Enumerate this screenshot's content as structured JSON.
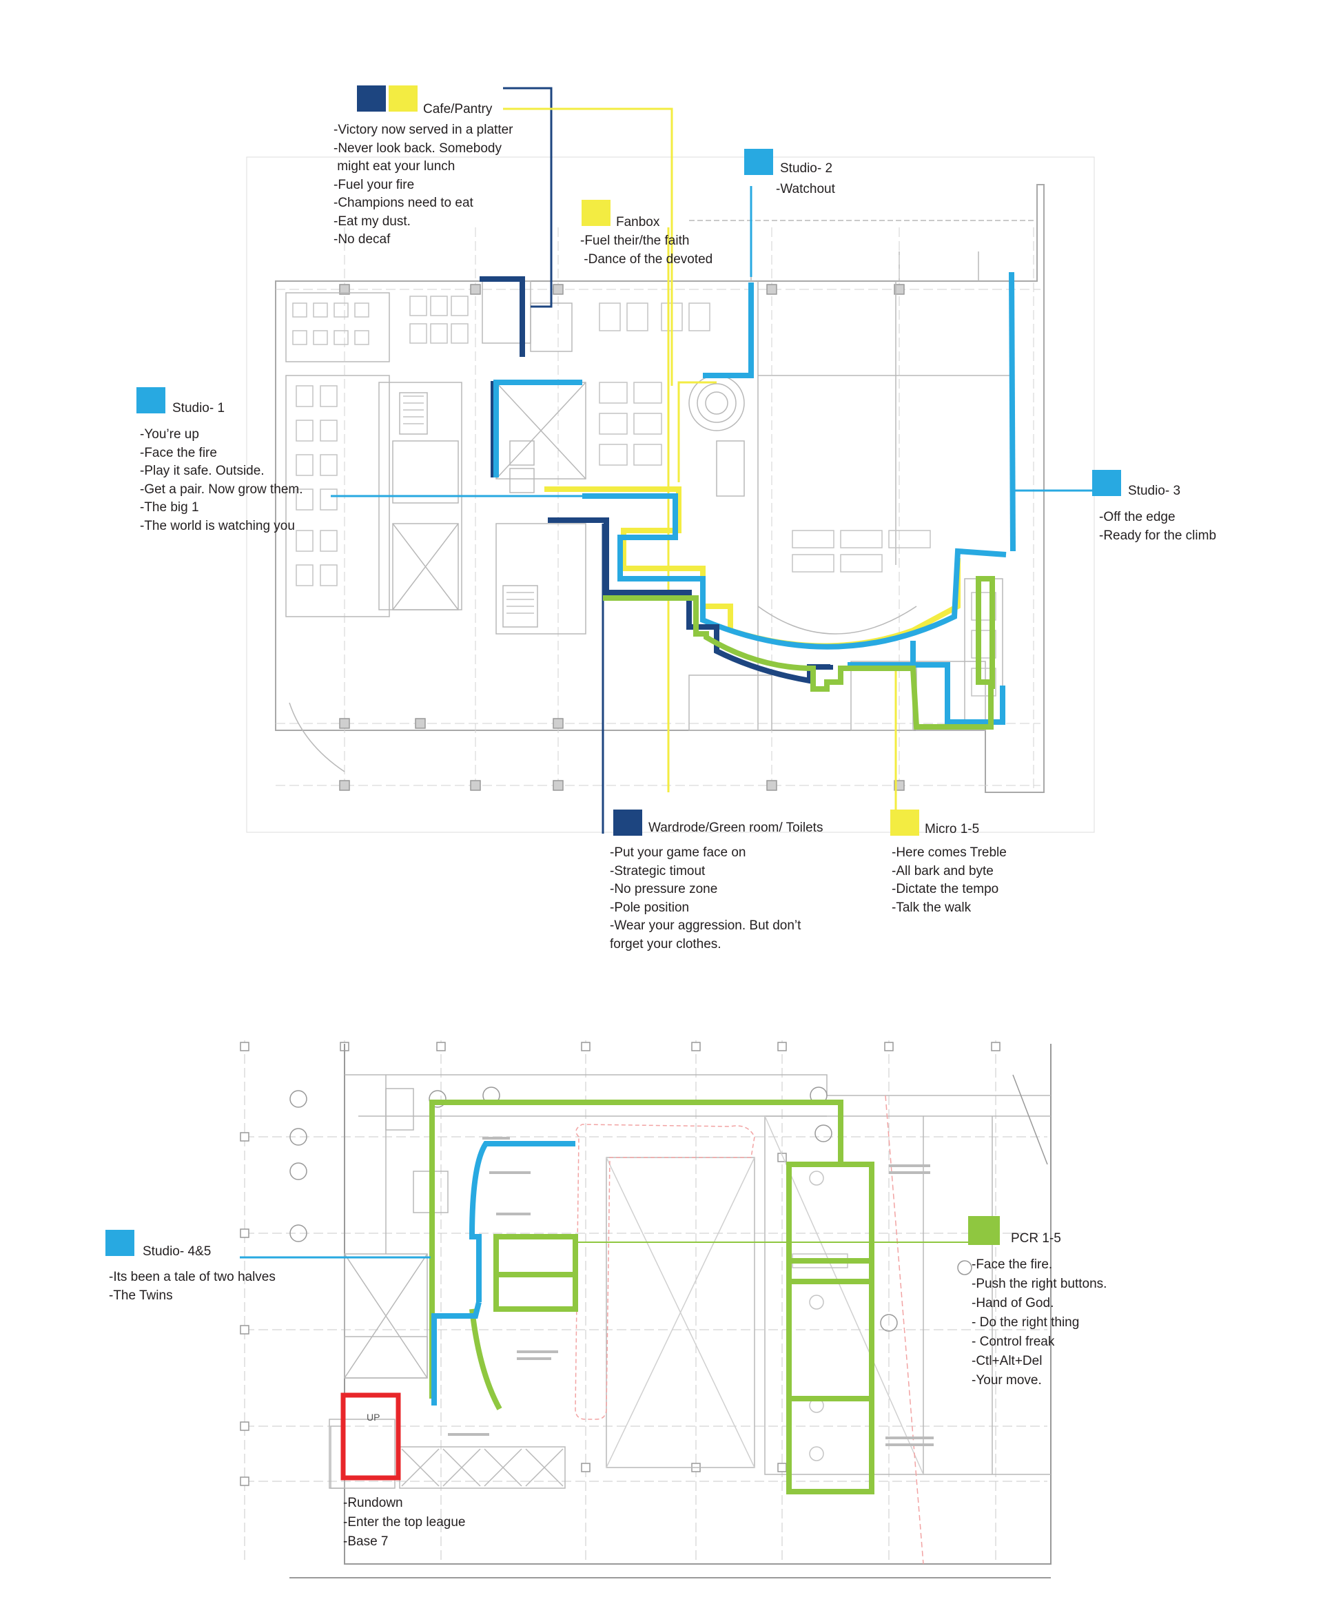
{
  "colors": {
    "navy": "#1d4580",
    "yellow": "#f3ec42",
    "cyan": "#28a9e1",
    "green": "#8fc740",
    "red": "#e8262a",
    "drawing": "#b8b8b8"
  },
  "legend": {
    "cafe": {
      "title": "Cafe/Pantry",
      "swatches": [
        "navy",
        "yellow"
      ],
      "lines": [
        "-Victory now served in a platter",
        "-Never look back. Somebody",
        " might eat your lunch",
        "-Fuel your fire",
        "-Champions need to eat",
        "-Eat my dust.",
        "-No decaf"
      ]
    },
    "studio2": {
      "title": "Studio- 2",
      "swatches": [
        "cyan"
      ],
      "lines": [
        "-Watchout"
      ]
    },
    "fanbox": {
      "title": "Fanbox",
      "swatches": [
        "yellow"
      ],
      "lines": [
        "-Fuel their/the faith",
        " -Dance of the devoted"
      ]
    },
    "studio1": {
      "title": "Studio- 1",
      "swatches": [
        "cyan"
      ],
      "lines": [
        "-You’re up",
        "-Face the fire",
        "-Play it safe. Outside.",
        "-Get a pair. Now grow them.",
        "-The big 1",
        "-The world is watching you"
      ]
    },
    "studio3": {
      "title": "Studio- 3",
      "swatches": [
        "cyan"
      ],
      "lines": [
        "-Off the edge",
        "-Ready for the climb"
      ]
    },
    "wardrobe": {
      "title": "Wardrode/Green room/ Toilets",
      "swatches": [
        "navy"
      ],
      "lines": [
        "-Put your game face on",
        "-Strategic timout",
        "-No pressure zone",
        "-Pole position",
        "-Wear your aggression. But don’t",
        "forget your clothes."
      ]
    },
    "micro": {
      "title": "Micro 1-5",
      "swatches": [
        "yellow"
      ],
      "lines": [
        "-Here comes Treble",
        "-All bark and byte",
        "-Dictate the tempo",
        "-Talk the walk"
      ]
    },
    "studio45": {
      "title": "Studio- 4&5",
      "swatches": [
        "cyan"
      ],
      "lines": [
        "-Its been a tale of two halves",
        "-The Twins"
      ]
    },
    "pcr": {
      "title": "PCR 1-5",
      "swatches": [
        "green"
      ],
      "lines": [
        "-Face the fire.",
        "-Push the right buttons.",
        "-Hand of God.",
        "- Do the right thing",
        "- Control freak",
        "-Ctl+Alt+Del",
        "-Your move."
      ]
    },
    "rundown": {
      "title": "",
      "swatches": [],
      "lines": [
        "-Rundown",
        "-Enter the top league",
        "-Base 7"
      ]
    }
  },
  "plan_labels": {
    "up_arrow": "UP"
  }
}
